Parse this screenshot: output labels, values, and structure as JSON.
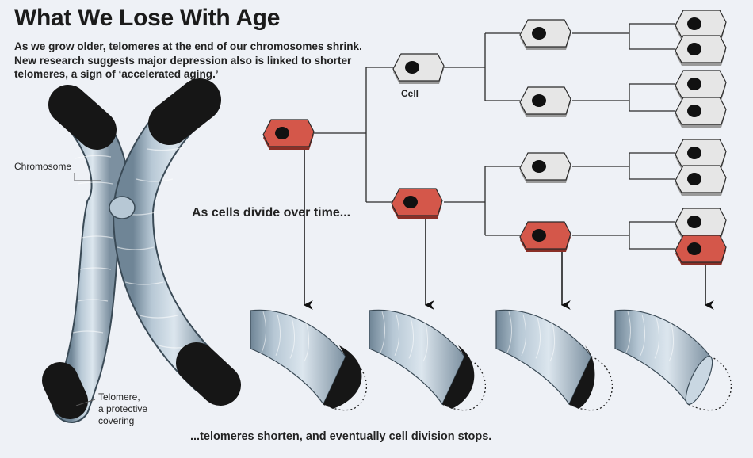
{
  "header": {
    "title": "What We Lose With Age",
    "subtitle": "As we grow older, telomeres at the end of our chromosomes shrink. New research suggests major depression also is linked to shorter telomeres, a sign of ‘accelerated aging.’"
  },
  "labels": {
    "cell": "Cell",
    "chromosome": "Chromosome",
    "telomere": "Telomere,\na protective\ncovering"
  },
  "captions": {
    "division": "As cells divide over time...",
    "shorten": "...telomeres shorten, and eventually cell division stops."
  },
  "colors": {
    "healthy_cell": "#e6e6e6",
    "aging_cell": "#d4574a",
    "telomere": "#161616",
    "chromosome": "#a9bccb",
    "background": "#eef1f6"
  },
  "telomere_stages": [
    1.0,
    0.66,
    0.33,
    0.0
  ]
}
